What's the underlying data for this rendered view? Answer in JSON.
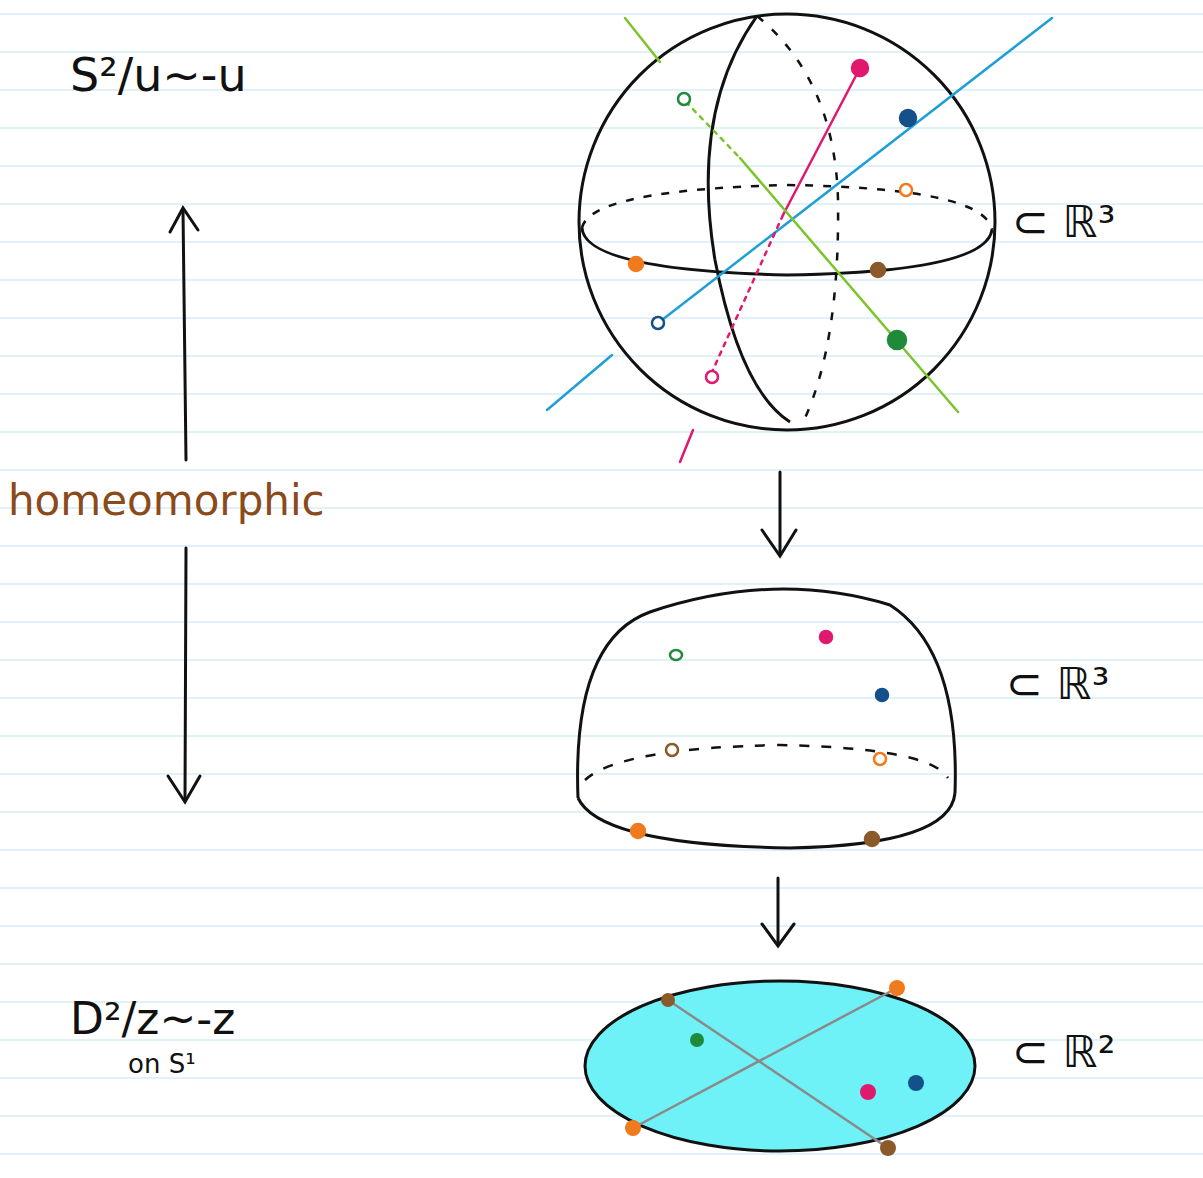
{
  "diagram": {
    "labels": [
      "S²/u~-u",
      "homeomorphic",
      "D²/z~-z",
      "on S¹",
      "⊂ ℝ³",
      "⊂ ℝ³",
      "⊂ ℝ²"
    ]
  }
}
